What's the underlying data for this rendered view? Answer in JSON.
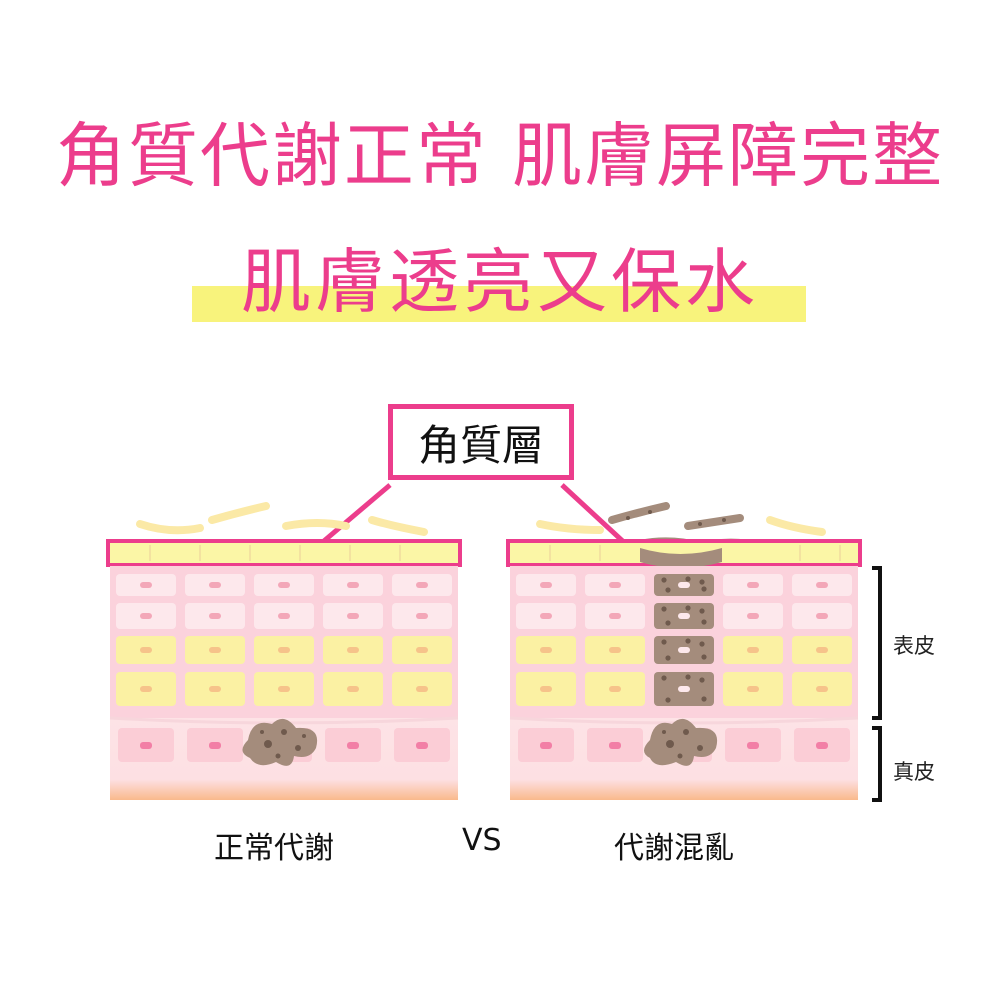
{
  "headline": {
    "line1": "角質代謝正常 肌膚屏障完整",
    "line2": "肌膚透亮又保水"
  },
  "stratum_corneum_label": "角質層",
  "side_labels": {
    "epidermis": "表皮",
    "dermis": "真皮"
  },
  "captions": {
    "left": "正常代謝",
    "vs": "VS",
    "right": "代謝混亂"
  },
  "colors": {
    "accent": "#ec3d8c",
    "highlight": "#f8f37c",
    "horny_layer": "#fbf6a6",
    "pink_cell": "#fbd6df",
    "yellow_cell": "#fbf1a3",
    "dermis": "#fde0e4",
    "melanin": "#a48c7c"
  }
}
